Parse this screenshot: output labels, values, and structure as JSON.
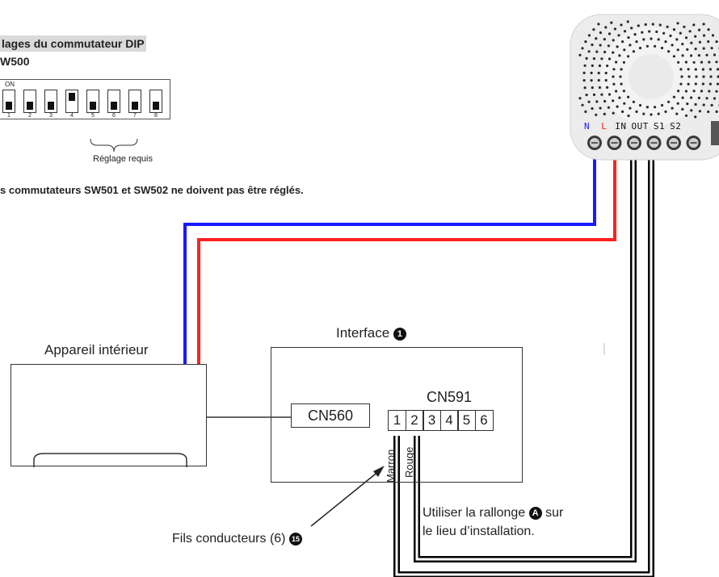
{
  "dip_panel": {
    "heading": "lages du commutateur DIP",
    "switch_name": "W500",
    "on_label": "ON",
    "switches": [
      {
        "num": "1",
        "state": "down"
      },
      {
        "num": "2",
        "state": "down"
      },
      {
        "num": "3",
        "state": "down"
      },
      {
        "num": "4",
        "state": "up"
      },
      {
        "num": "5",
        "state": "down"
      },
      {
        "num": "6",
        "state": "down"
      },
      {
        "num": "7",
        "state": "down"
      },
      {
        "num": "8",
        "state": "down"
      }
    ],
    "brace_label": "Réglage requis",
    "note": "s commutateurs SW501 et SW502 ne doivent pas être réglés."
  },
  "module": {
    "terminals": [
      "N",
      "L",
      "IN",
      "OUT",
      "S1",
      "S2"
    ],
    "n_color": "#1a1aff",
    "l_color": "#ff2222"
  },
  "indoor_unit": {
    "label": "Appareil intérieur"
  },
  "interface": {
    "label": "Interface",
    "badge": "1",
    "cn560": "CN560",
    "cn591": "CN591",
    "pins": [
      "1",
      "2",
      "3",
      "4",
      "5",
      "6"
    ],
    "wire_labels": [
      "Marron",
      "Rouge"
    ]
  },
  "annotations": {
    "extension_line1": "Utiliser la rallonge",
    "extension_badge": "A",
    "extension_line1_end": "sur",
    "extension_line2": "le lieu d’installation.",
    "leads": "Fils conducteurs (6)",
    "leads_badge": "15"
  },
  "colors": {
    "blue_wire": "#1a1aff",
    "red_wire": "#ff2222",
    "black_wire": "#000000"
  }
}
